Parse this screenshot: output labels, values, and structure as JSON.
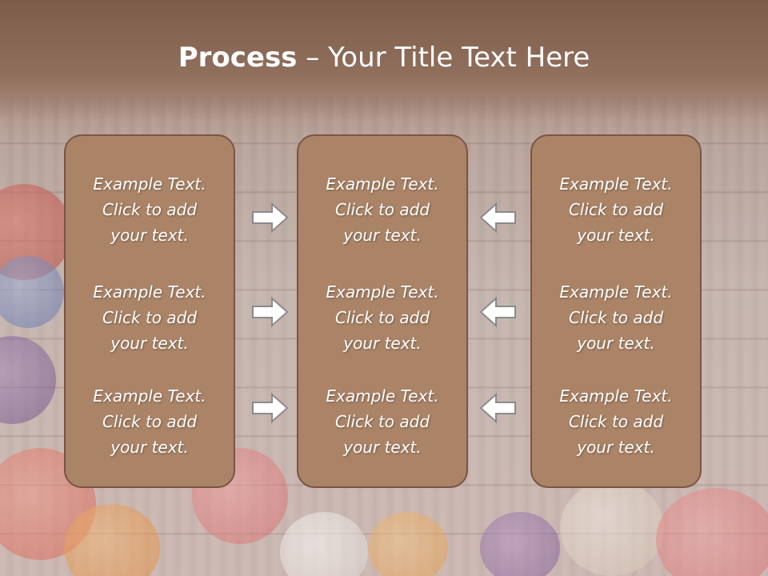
{
  "title": {
    "bold": "Process",
    "rest": " – Your Title Text Here"
  },
  "columns": [
    {
      "blocks": [
        {
          "line1": "Example Text.",
          "line2": "Click  to add",
          "line3": "your text."
        },
        {
          "line1": "Example Text.",
          "line2": "Click  to add",
          "line3": "your text."
        },
        {
          "line1": "Example Text.",
          "line2": "Click  to add",
          "line3": "your text."
        }
      ]
    },
    {
      "blocks": [
        {
          "line1": "Example Text.",
          "line2": "Click  to add",
          "line3": "your text."
        },
        {
          "line1": "Example Text.",
          "line2": "Click  to add",
          "line3": "your text."
        },
        {
          "line1": "Example Text.",
          "line2": "Click  to add",
          "line3": "your text."
        }
      ]
    },
    {
      "blocks": [
        {
          "line1": "Example Text.",
          "line2": "Click  to add",
          "line3": "your text."
        },
        {
          "line1": "Example Text.",
          "line2": "Click  to add",
          "line3": "your text."
        },
        {
          "line1": "Example Text.",
          "line2": "Click  to add",
          "line3": "your text."
        }
      ]
    }
  ],
  "icons": {
    "right_arrows": "arrow-right-icon",
    "left_arrows": "arrow-left-icon"
  },
  "colors": {
    "panel": "#ab8467",
    "panel_border": "#7a5444",
    "title_band": "#8f6e5b"
  }
}
